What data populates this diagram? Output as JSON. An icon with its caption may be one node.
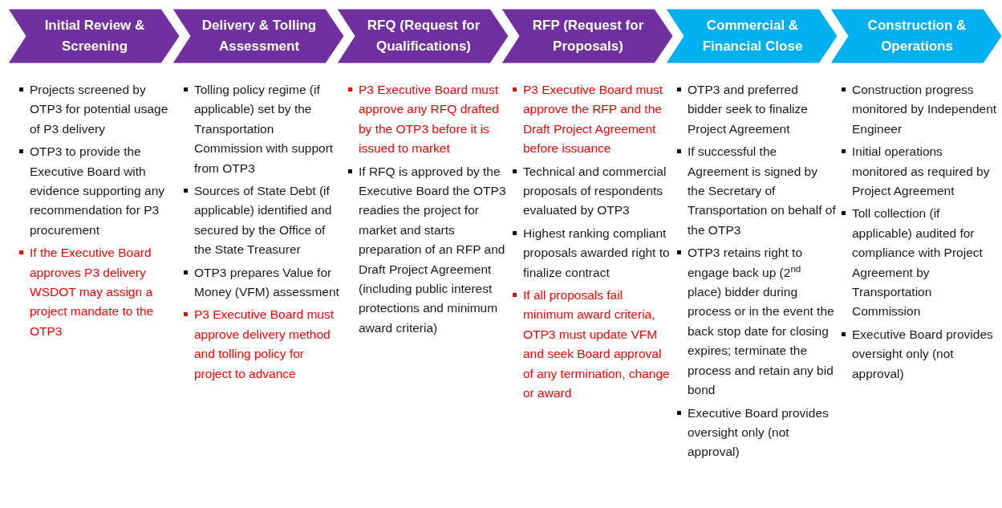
{
  "diagram": {
    "nodes": [
      {
        "text": [
          "Initial Review & Screening"
        ],
        "beside": [
          "Projects screened by OTP3 for potential usage of P3 delivery",
          "OTP3 to provide the Executive Board with evidence supporting any recommendation for P3 procurement",
          "If the Executive Board approves P3 delivery WSDOT may assign a project mandate to the OTP3"
        ]
      },
      {
        "text": [
          "Delivery & Tolling Assessment"
        ],
        "beside": [
          "Tolling policy regime (if applicable) set by the Transportation Commission with support from OTP3",
          "Sources of State Debt (if applicable) identified and secured by the Office of the State Treasurer",
          "OTP3 prepares Value for Money (VFM) assessment",
          "P3 Executive Board must approve delivery method and tolling policy for project to advance"
        ]
      },
      {
        "text": [
          "RFQ (Request for Qualifications)"
        ],
        "beside": [
          "P3 Executive Board must approve any RFQ drafted by the OTP3 before it is issued to market",
          "If RFQ is approved by the Executive Board the OTP3 readies the project for market and starts preparation of an RFP and Draft Project Agreement (including public interest protections and minimum award criteria)"
        ]
      },
      {
        "text": [
          "RFP (Request for Proposals)"
        ],
        "beside": [
          "P3 Executive Board must approve the RFP and the Draft Project Agreement before issuance",
          "Technical and commercial proposals of respondents evaluated by OTP3",
          "Highest ranking compliant proposals awarded right to finalize contract",
          "If all proposals fail minimum award criteria, OTP3 must update VFM and seek Board approval of any termination, change or award"
        ]
      },
      {
        "text": [
          "Commercial & Financial Close"
        ],
        "beside": [
          "OTP3 and preferred bidder seek to finalize Project Agreement",
          "If successful the Agreement is signed by the Secretary of Transportation on behalf of the OTP3",
          "OTP3 retains right to engage back up (2$^{nd}$ place) bidder during process or in the event the back stop date for closing expires; terminate the process and retain any bid bond",
          "Executive Board provides oversight only (not approval)"
        ]
      },
      {
        "text": [
          "Construction & Operations"
        ],
        "beside": [
          "Construction progress monitored by Independent Engineer",
          "Initial operations monitored as required by Project Agreement",
          "Toll collection (if applicable) audited for compliance with Project Agreement by Transportation Commission",
          "Executive Board provides oversight only (not approval)"
        ]
      }
    ]
  }
}
